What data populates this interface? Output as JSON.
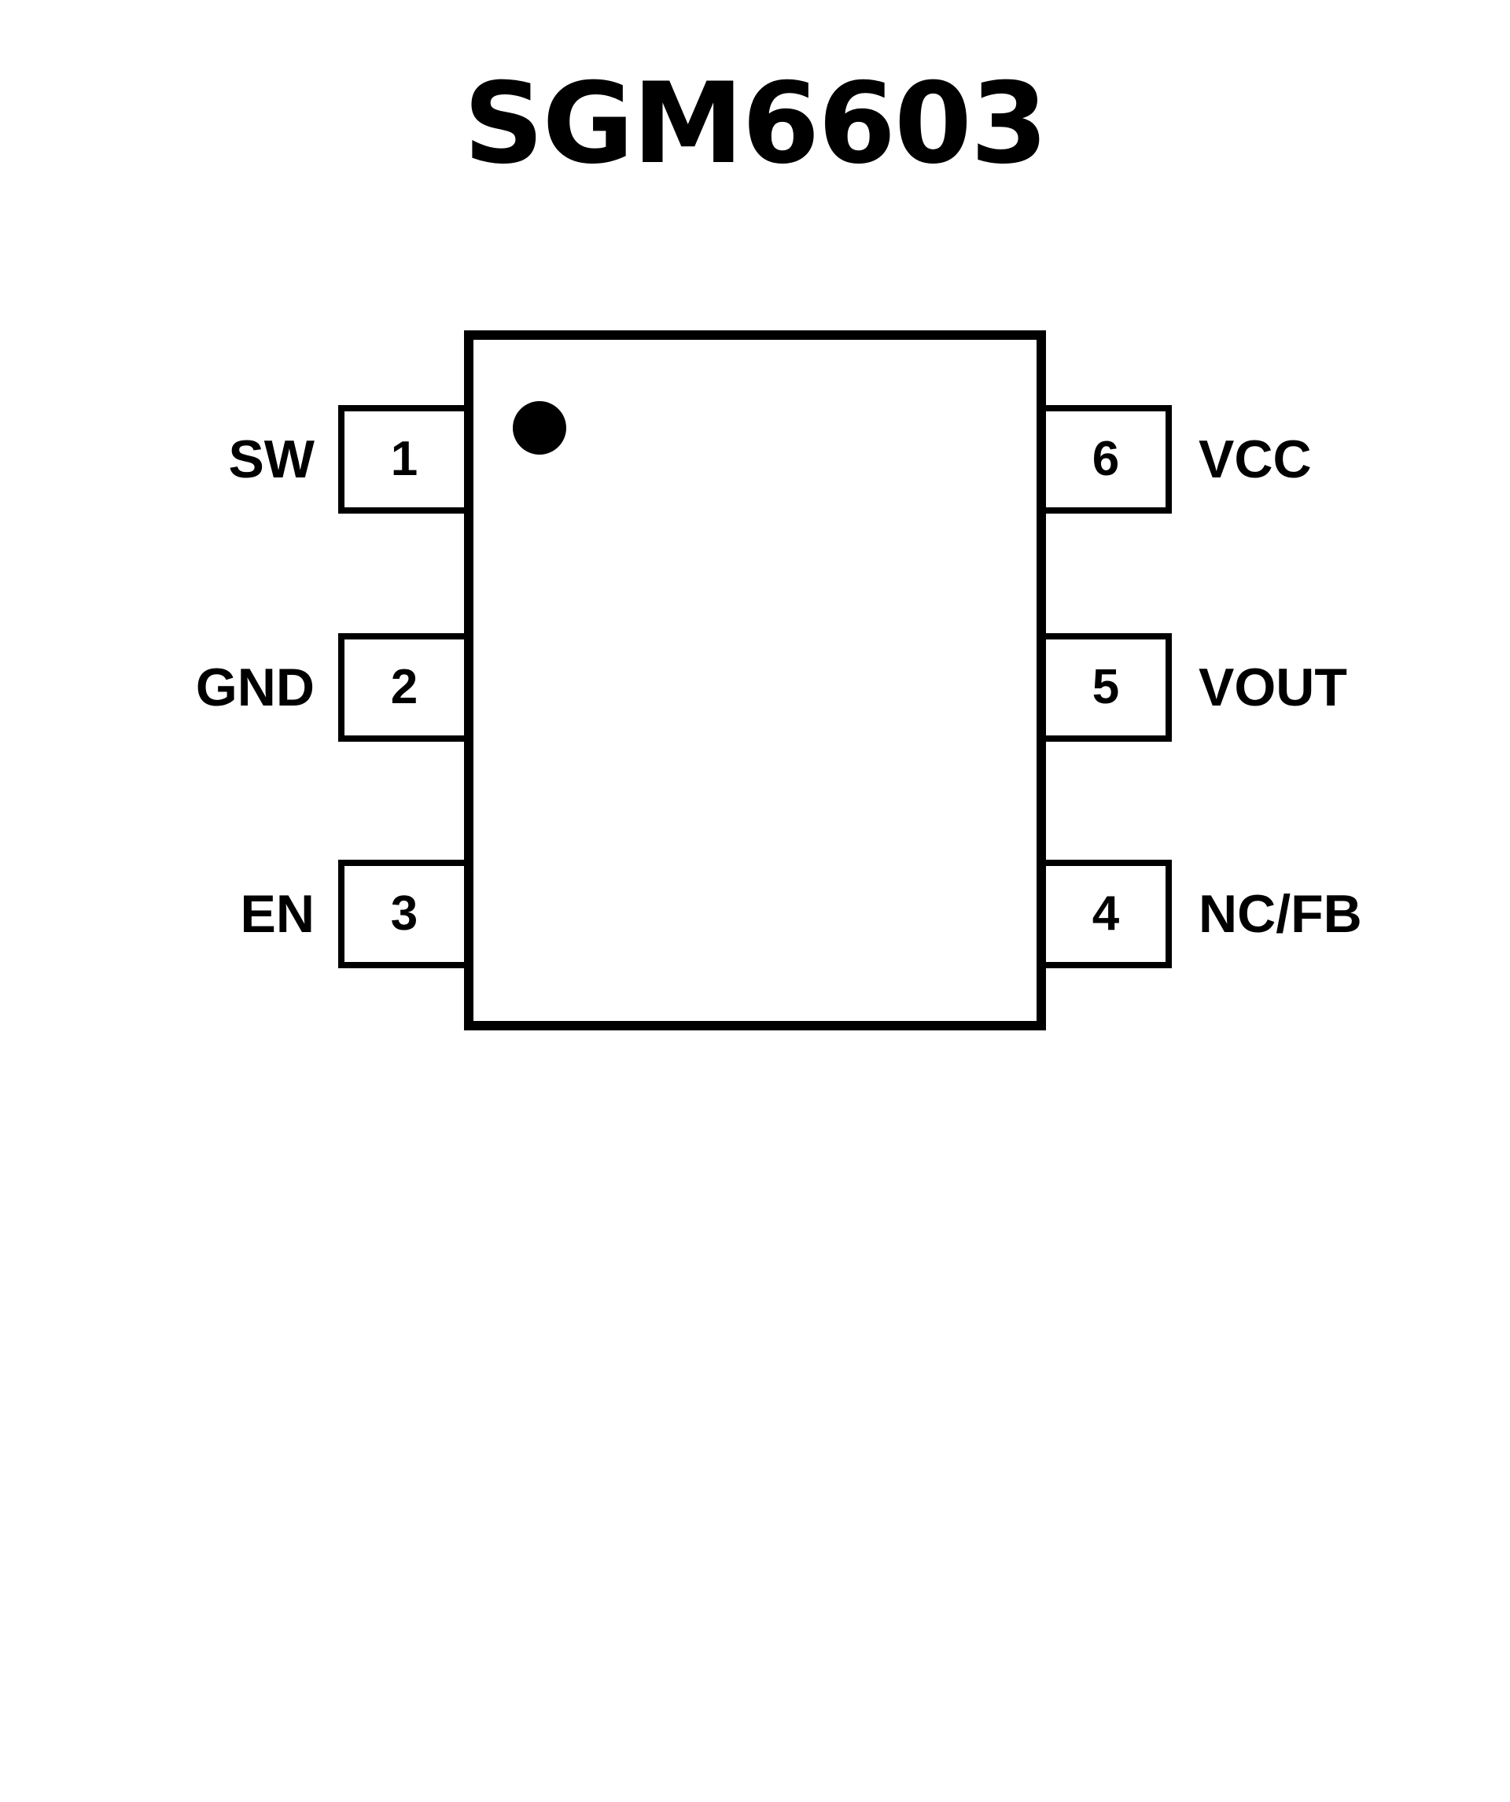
{
  "title": "SGM6603",
  "pins": {
    "left": [
      {
        "number": "1",
        "label": "SW"
      },
      {
        "number": "2",
        "label": "GND"
      },
      {
        "number": "3",
        "label": "EN"
      }
    ],
    "right": [
      {
        "number": "6",
        "label": "VCC"
      },
      {
        "number": "5",
        "label": "VOUT"
      },
      {
        "number": "4",
        "label": "NC/FB"
      }
    ]
  },
  "chip": {
    "pin1_indicator": "filled-dot-top-left"
  },
  "colors": {
    "line": "#000000",
    "background": "#ffffff"
  }
}
